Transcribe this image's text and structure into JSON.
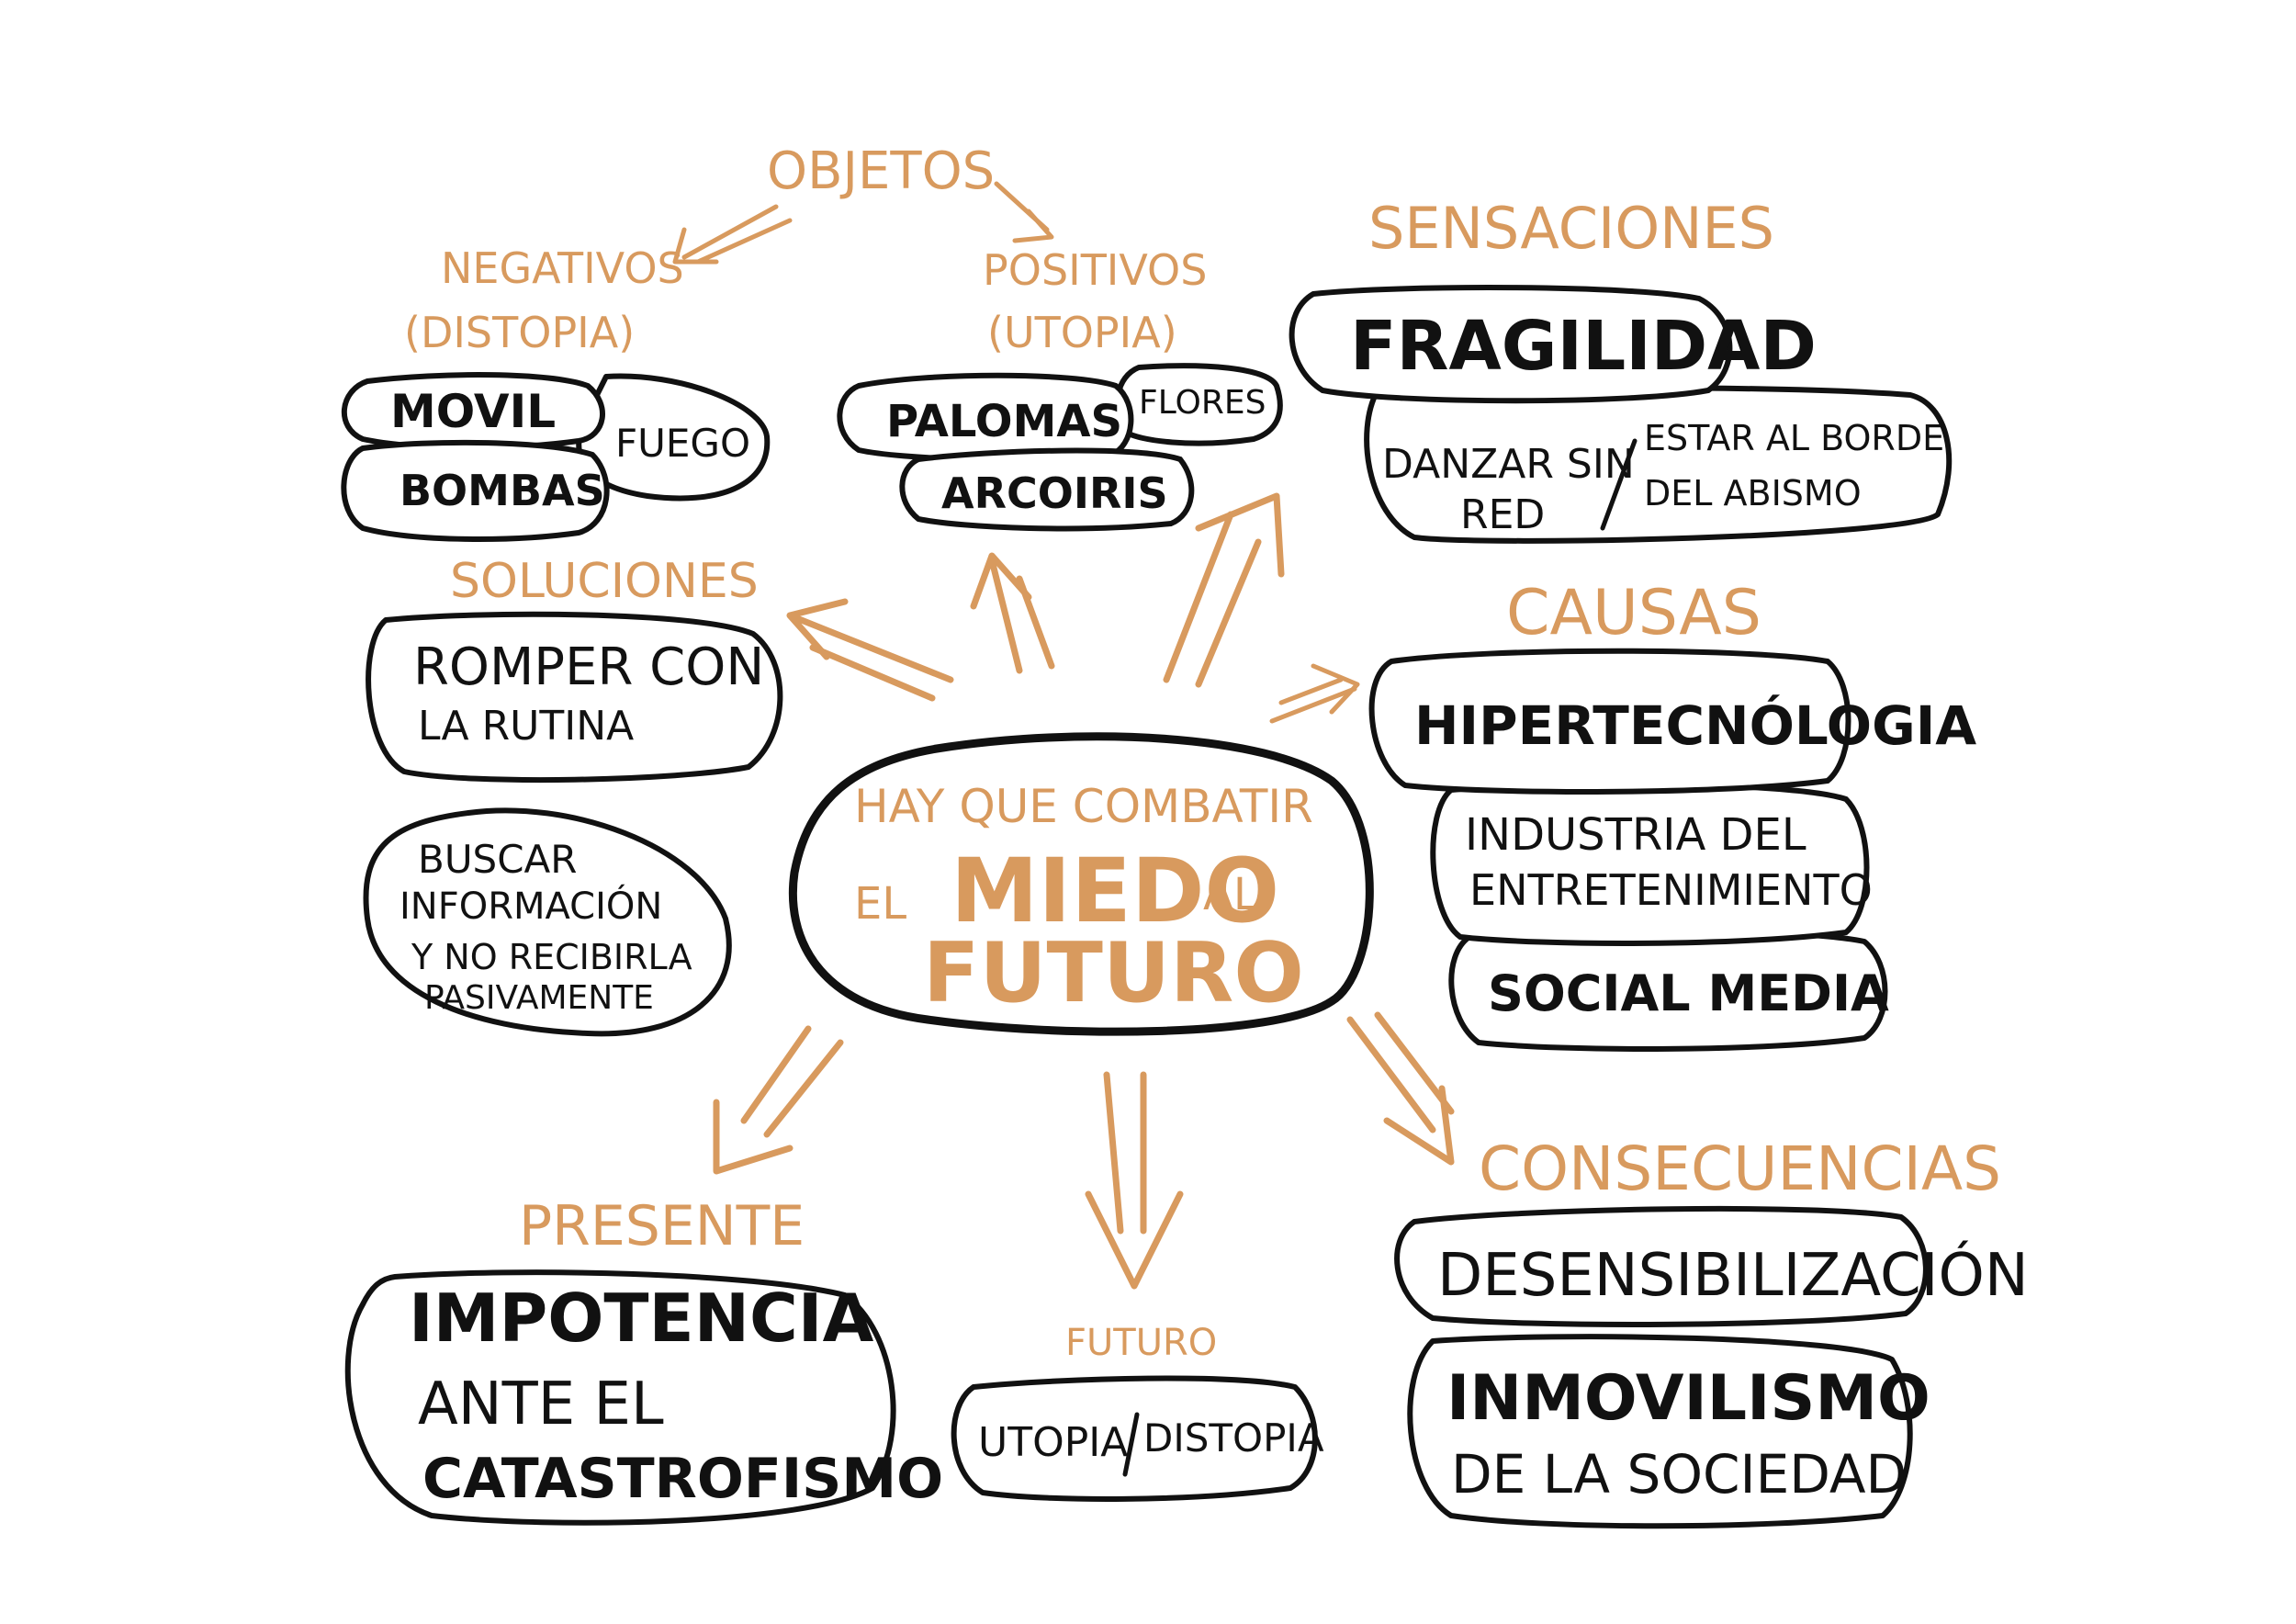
{
  "colors": {
    "accent": "#d89a5e",
    "ink": "#111111",
    "background": "#ffffff"
  },
  "center": {
    "line1": "HAY QUE COMBATIR",
    "el": "EL",
    "miedo": "MIEDO",
    "al": "AL",
    "futuro": "FUTURO"
  },
  "objetos": {
    "title": "OBJETOS",
    "negativos": {
      "title": "NEGATIVOS",
      "subtitle": "(DISTOPIA)",
      "items": [
        "MOVIL",
        "BOMBAS",
        "FUEGO"
      ]
    },
    "positivos": {
      "title": "POSITIVOS",
      "subtitle": "(UTOPIA)",
      "items": [
        "PALOMAS",
        "FLORES",
        "ARCOIRIS"
      ]
    }
  },
  "sensaciones": {
    "title": "SENSACIONES",
    "items": {
      "fragilidad": "FRAGILIDAD",
      "danzar_1": "DANZAR SIN",
      "danzar_2": "RED",
      "borde_1": "ESTAR AL BORDE",
      "borde_2": "DEL ABISMO"
    }
  },
  "soluciones": {
    "title": "SOLUCIONES",
    "romper_1": "ROMPER CON",
    "romper_2": "LA RUTINA",
    "buscar_1": "BUSCAR",
    "buscar_2": "INFORMACIÓN",
    "buscar_3": "Y NO RECIBIRLA",
    "buscar_4": "PASIVAMENTE"
  },
  "causas": {
    "title": "CAUSAS",
    "hiper": "HIPERTECNÓLOGIA",
    "industria_1": "INDUSTRIA DEL",
    "industria_2": "ENTRETENIMIENTO",
    "social": "SOCIAL MEDIA"
  },
  "presente": {
    "title": "PRESENTE",
    "line1": "IMPOTENCIA",
    "line2": "ANTE EL",
    "line3": "CATASTROFISMO"
  },
  "futuro": {
    "title": "FUTURO",
    "utopia": "UTOPIA",
    "distopia": "DISTOPIA"
  },
  "consecuencias": {
    "title": "CONSECUENCIAS",
    "desens": "DESENSIBILIZACIÓN",
    "inmov_1": "INMOVILISMO",
    "inmov_2": "DE LA SOCIEDAD"
  }
}
